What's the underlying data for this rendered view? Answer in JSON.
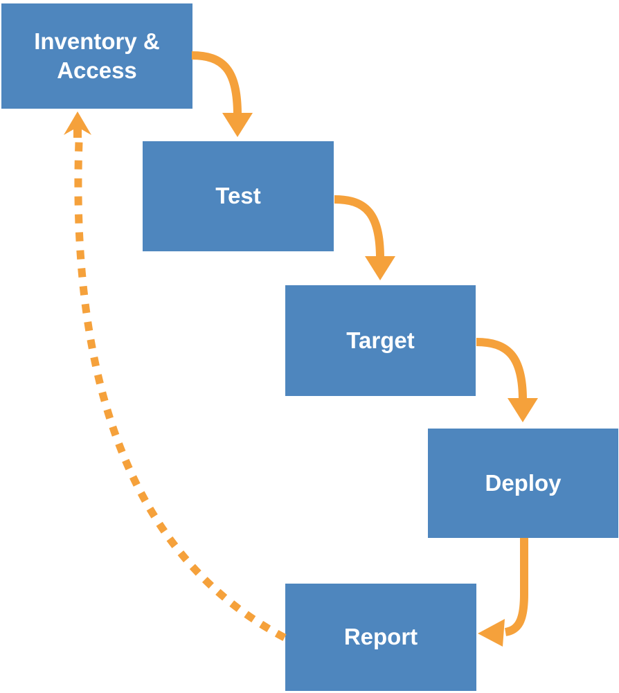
{
  "diagram": {
    "type": "flowchart",
    "background": "#FFFFFF",
    "nodes": [
      {
        "id": "inventory",
        "label": "Inventory & Access"
      },
      {
        "id": "test",
        "label": "Test"
      },
      {
        "id": "target",
        "label": "Target"
      },
      {
        "id": "deploy",
        "label": "Deploy"
      },
      {
        "id": "report",
        "label": "Report"
      }
    ],
    "edges": [
      {
        "from": "inventory",
        "to": "test",
        "style": "solid"
      },
      {
        "from": "test",
        "to": "target",
        "style": "solid"
      },
      {
        "from": "target",
        "to": "deploy",
        "style": "solid"
      },
      {
        "from": "deploy",
        "to": "report",
        "style": "solid"
      },
      {
        "from": "report",
        "to": "inventory",
        "style": "dashed"
      }
    ],
    "colors": {
      "node_fill": "#4E86BE",
      "node_text": "#FFFFFF",
      "arrow": "#F5A13B"
    }
  }
}
